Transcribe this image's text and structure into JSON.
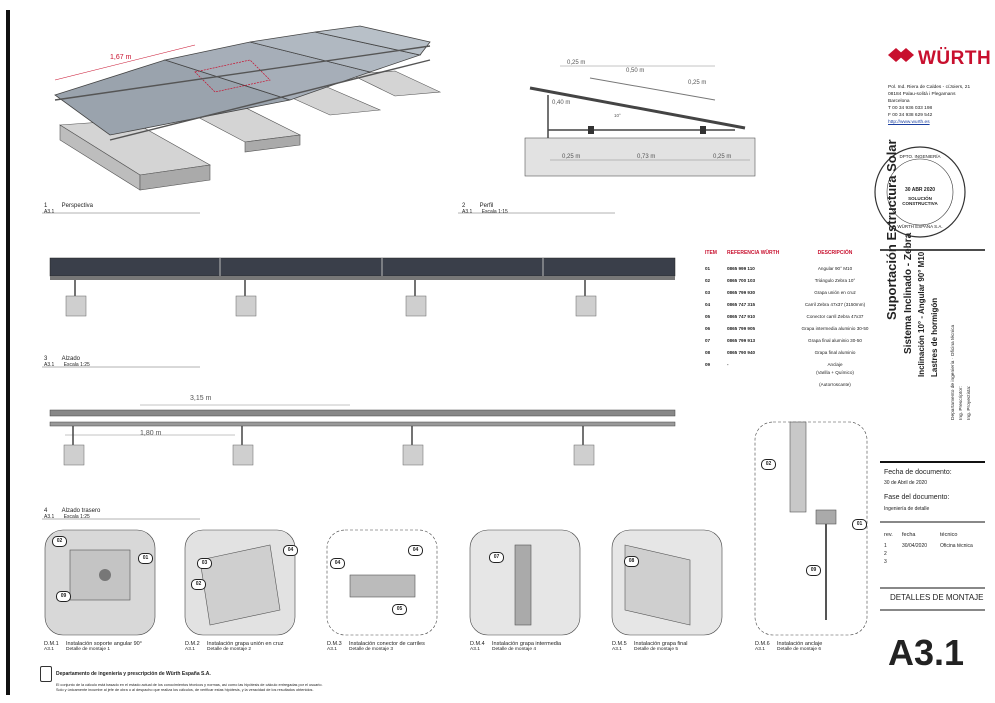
{
  "brand": {
    "name": "WÜRTH",
    "address": [
      "Pol. Ind. Riera de Caldes - c/Joiers, 21",
      "08184 Palau-solità i Plegamans",
      "Barcelona",
      "T 00 34 936 033 198",
      "F 00 34 938 629 542"
    ],
    "url": "http://www.wurth.es"
  },
  "stamp": {
    "top": "DPTO. INGENIERÍA",
    "date": "30 ABR 2020",
    "line1": "SOLUCIÓN",
    "line2": "CONSTRUCTIVA",
    "bottom": "WÜRTH ESPAÑA S.A."
  },
  "views": {
    "v1": {
      "num": "1",
      "sheet": "A3.1",
      "title": "Perspectiva",
      "scale": ""
    },
    "v2": {
      "num": "2",
      "sheet": "A3.1",
      "title": "Perfil",
      "scale": "Escala 1:15"
    },
    "v3": {
      "num": "3",
      "sheet": "A3.1",
      "title": "Alzado",
      "scale": "Escala 1:25"
    },
    "v4": {
      "num": "4",
      "sheet": "A3.1",
      "title": "Alzado trasero",
      "scale": "Escala 1:25"
    }
  },
  "dims": {
    "persp": "1,67 m",
    "profile_top": [
      "0,25 m",
      "0,50 m",
      "0,25 m"
    ],
    "profile_left": "0,40 m",
    "profile_height": "10°",
    "profile_bottom": [
      "0,25 m",
      "0,73 m",
      "0,25 m"
    ],
    "elev_top": "3,15 m",
    "elev_bottom": "1,80 m"
  },
  "table": {
    "headers": [
      "ITEM",
      "REFERENCIA WÜRTH",
      "DESCRIPCIÓN"
    ],
    "rows": [
      [
        "01",
        "0865 999 110",
        "Angular 90° M10"
      ],
      [
        "02",
        "0865 700 103",
        "Triángulo Zebra 10°"
      ],
      [
        "03",
        "0865 799 930",
        "Grapa unión en cruz"
      ],
      [
        "04",
        "0865 747 315",
        "Carril Zebra 47x37 (3150mm)"
      ],
      [
        "05",
        "0865 747 910",
        "Conector carril Zebra 47x37"
      ],
      [
        "06",
        "0865 799 905",
        "Grapa intermedia aluminio 30-50"
      ],
      [
        "07",
        "0865 799 913",
        "Grapa final aluminio 30-50"
      ],
      [
        "08",
        "0865 790 940",
        "Grapa final aluminio"
      ],
      [
        "09",
        "-",
        "Anclaje"
      ]
    ],
    "extra": [
      "(Varilla + Químico)",
      "(Autorroscante)"
    ]
  },
  "title_block": {
    "main": "Suportación Estructura Solar",
    "sub1": "Sistema Inclinado - Zebra",
    "sub2": "Inclinación 10° - Angular 90° M10",
    "sub3": "Lastres de hormigón",
    "dept": "Departamento de ingeniería · Oficina técnica",
    "pres": "Ing. Prescriptor:",
    "proj": "Ing. Proyectista:",
    "date_label": "Fecha de documento:",
    "date_value": "30 de Abril de 2020",
    "phase_label": "Fase del documento:",
    "phase_value": "Ingeniería de detalle",
    "rev_headers": [
      "rev.",
      "fecha",
      "técnico"
    ],
    "revs": [
      [
        "1",
        "30/04/2020",
        "Oficina técnica"
      ],
      [
        "2",
        "",
        ""
      ],
      [
        "3",
        "",
        ""
      ]
    ],
    "section": "DETALLES DE MONTAJE",
    "sheet": "A3.1"
  },
  "details": [
    {
      "code": "D.M.1",
      "sheet": "A3.1",
      "title": "Instalación soporte angular 90°",
      "sub": "Detalle de montaje 1",
      "tags": [
        "02",
        "01",
        "09"
      ]
    },
    {
      "code": "D.M.2",
      "sheet": "A3.1",
      "title": "Instalación grapa unión en cruz",
      "sub": "Detalle de montaje 2",
      "tags": [
        "03",
        "04",
        "02"
      ]
    },
    {
      "code": "D.M.3",
      "sheet": "A3.1",
      "title": "Instalación conector de carriles",
      "sub": "Detalle de montaje 3",
      "tags": [
        "04",
        "04",
        "05"
      ]
    },
    {
      "code": "D.M.4",
      "sheet": "A3.1",
      "title": "Instalación grapa intermedia",
      "sub": "Detalle de montaje 4",
      "tags": [
        "07"
      ]
    },
    {
      "code": "D.M.5",
      "sheet": "A3.1",
      "title": "Instalación grapa final",
      "sub": "Detalle de montaje 5",
      "tags": [
        "08"
      ]
    },
    {
      "code": "D.M.6",
      "sheet": "A3.1",
      "title": "Instalación anclaje",
      "sub": "Detalle de montaje 6",
      "tags": [
        "02",
        "01",
        "09"
      ]
    }
  ],
  "footer": {
    "company": "Departamento de ingeniería y prescripción de Würth España S.A.",
    "line1": "El conjunto de la cálculo está basado en el estado actual de los conocimientos técnicos y normas, así como las hipótesis de cálculo entregadas por el usuario.",
    "line2": "Solo y únicamente incumbe al jefe de obra o al despacho que realiza los cálculos, de verificar estas hipótesis, y la veracidad de los resultados obtenidos."
  },
  "colors": {
    "red": "#c8102e",
    "panel": "#3a3f4a",
    "concrete": "#cfcfcf"
  }
}
